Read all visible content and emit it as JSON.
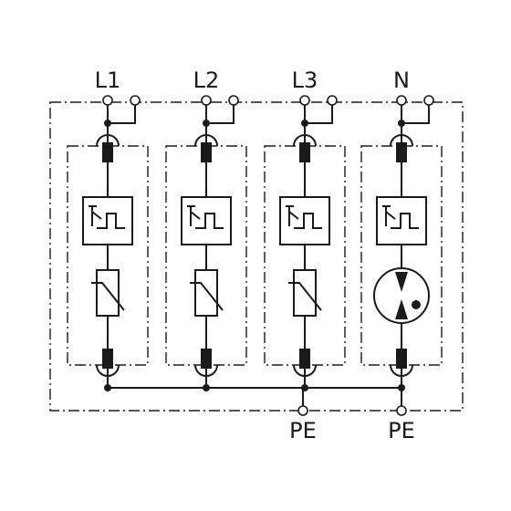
{
  "title": "",
  "terminals": {
    "top": [
      "L1",
      "L2",
      "L3",
      "N"
    ],
    "bottom": [
      "PE",
      "PE"
    ]
  },
  "modules": [
    {
      "pole": "L1",
      "protective_element": "varistor"
    },
    {
      "pole": "L2",
      "protective_element": "varistor"
    },
    {
      "pole": "L3",
      "protective_element": "varistor"
    },
    {
      "pole": "N",
      "protective_element": "spark-gap"
    }
  ]
}
